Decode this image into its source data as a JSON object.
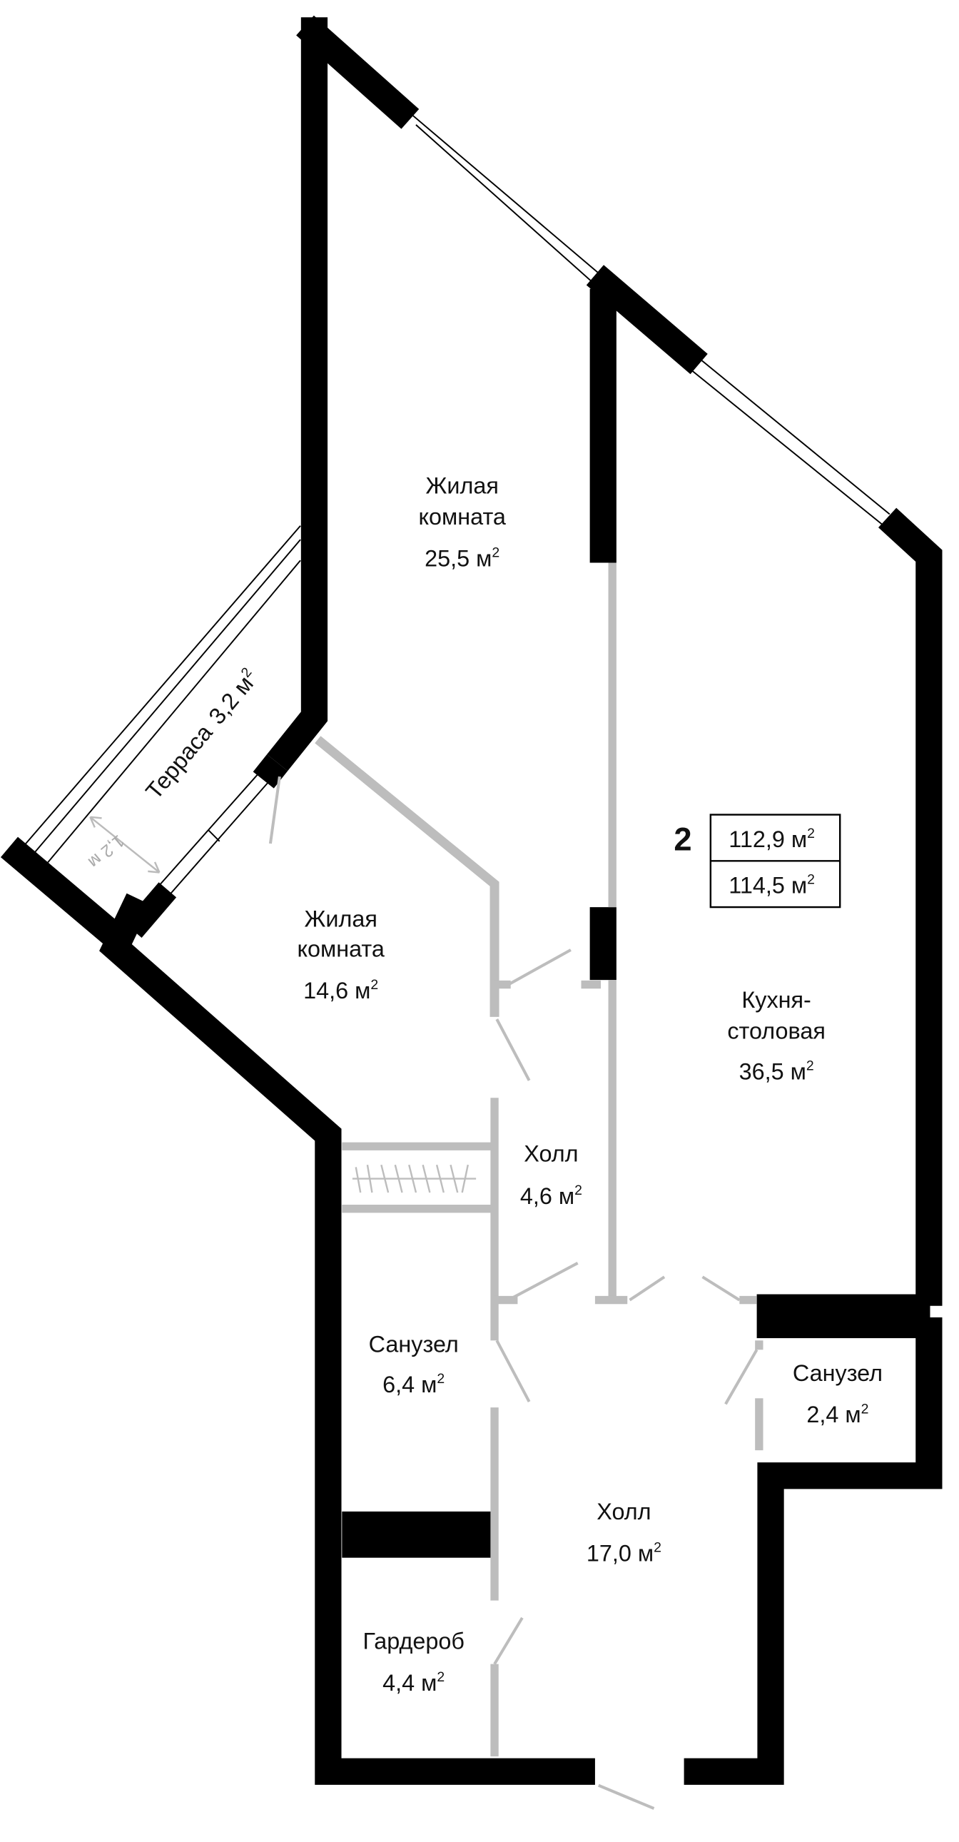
{
  "plan": {
    "apartment_number": "2",
    "area_living": "112,9 м",
    "area_total": "114,5 м",
    "sup": "2",
    "rooms": [
      {
        "name_line1": "Жилая",
        "name_line2": "комната",
        "area": "25,5 м"
      },
      {
        "name_line1": "Жилая",
        "name_line2": "комната",
        "area": "14,6 м"
      },
      {
        "name_line1": "Кухня-",
        "name_line2": "столовая",
        "area": "36,5 м"
      },
      {
        "name_line1": "Холл",
        "area": "4,6 м"
      },
      {
        "name_line1": "Санузел",
        "area": "6,4 м"
      },
      {
        "name_line1": "Санузел",
        "area": "2,4 м"
      },
      {
        "name_line1": "Холл",
        "area": "17,0 м"
      },
      {
        "name_line1": "Гардероб",
        "area": "4,4 м"
      }
    ],
    "terrace": {
      "name": "Терраса",
      "area": "3,2 м",
      "depth": "1,2 м"
    }
  }
}
